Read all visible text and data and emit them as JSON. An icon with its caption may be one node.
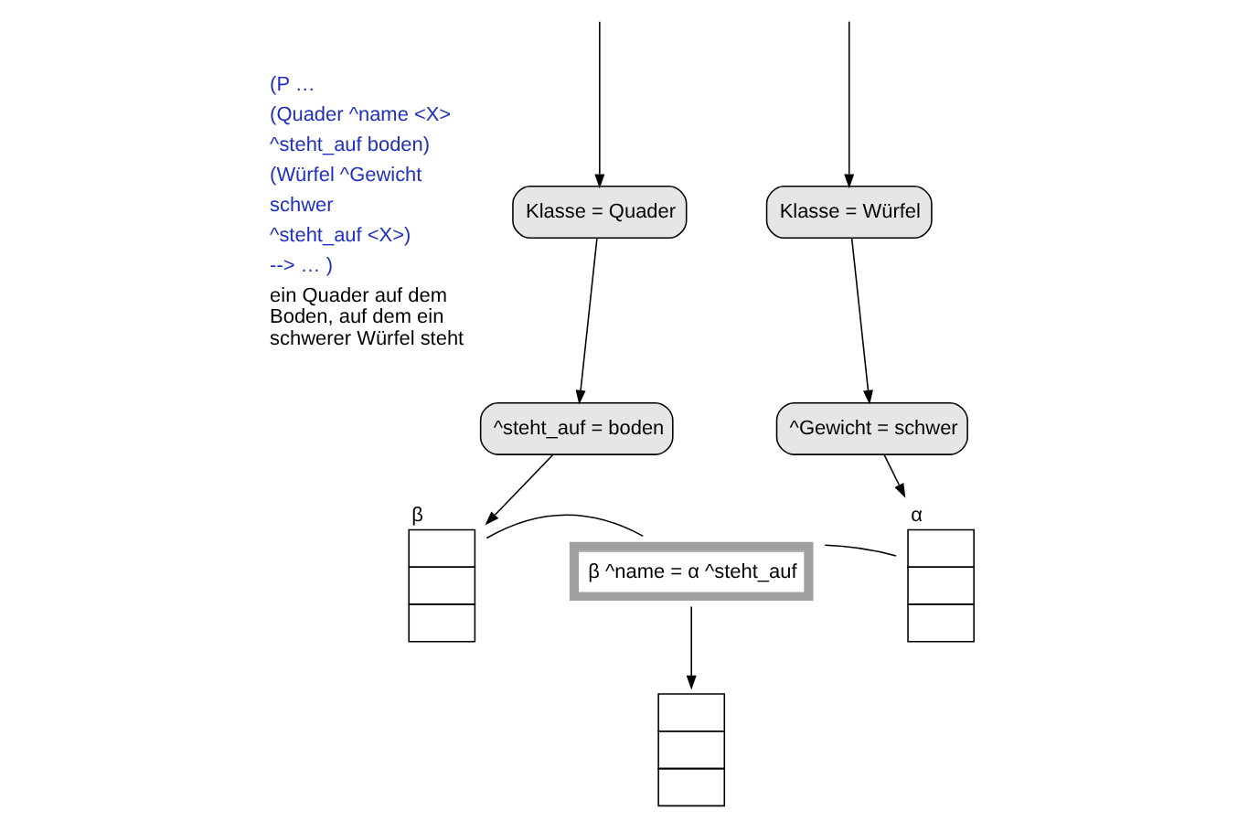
{
  "diagram": {
    "nodes": [
      {
        "text": [
          "Klasse = Quader"
        ]
      },
      {
        "text": [
          "Klasse = Würfel"
        ]
      },
      {
        "text": [
          "^steht_auf = boden"
        ]
      },
      {
        "text": [
          "^Gewicht = schwer"
        ]
      },
      {
        "text": [
          "β"
        ]
      },
      {
        "text": [
          "β ^name = α ^steht_auf"
        ]
      },
      {
        "text": [
          "α"
        ]
      },
      {
        "text": [],
        "shape": "box"
      }
    ],
    "edges": [
      {
        "from": null,
        "to": 0,
        "arrow": "to"
      },
      {
        "from": null,
        "to": 1,
        "arrow": "to"
      },
      {
        "from": 0,
        "to": 2,
        "arrow": "to"
      },
      {
        "from": 1,
        "to": 3,
        "arrow": "to"
      },
      {
        "from": 2,
        "to": 4,
        "arrow": "to"
      },
      {
        "from": 3,
        "to": 6,
        "arrow": "to"
      },
      {
        "from": 4,
        "to": 5,
        "arrow": "none"
      },
      {
        "from": 6,
        "to": 5,
        "arrow": "none"
      },
      {
        "from": 5,
        "to": 7,
        "arrow": "to"
      }
    ],
    "labels": [
      "(P …",
      "(Quader ^name <X>",
      "^steht_auf boden)",
      "(Würfel ^Gewicht",
      "schwer",
      "^steht_auf <X>)",
      "--> … )",
      "ein Quader auf dem Boden, auf dem ein schwerer Würfel steht"
    ]
  }
}
